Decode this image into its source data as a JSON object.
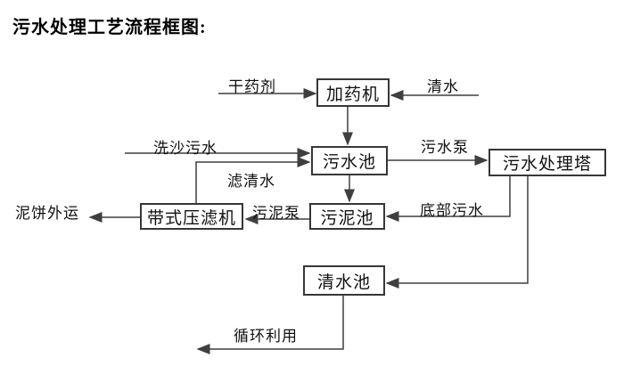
{
  "page": {
    "title": "污水处理工艺流程框图:"
  },
  "colors": {
    "background": "#ffffff",
    "line": "#3f3f3f",
    "box_border": "#373737",
    "text": "#111111"
  },
  "diagram": {
    "nodes": {
      "dosing_machine": "加药机",
      "sewage_pool": "污水池",
      "sewage_treatment_tower": "污水处理塔",
      "sludge_pool": "污泥池",
      "belt_filter_press": "带式压滤机",
      "clean_water_pool": "清水池"
    },
    "flow_labels": {
      "dry_chemical": "干药剂",
      "clean_water": "清水",
      "sand_washing_sewage": "洗沙污水",
      "filtered_water": "滤清水",
      "sewage_pump": "污水泵",
      "bottom_sewage": "底部污水",
      "sludge_pump": "污泥泵",
      "mud_cake_outbound": "泥饼外运",
      "recycling": "循环利用"
    },
    "edges": [
      {
        "from": "干药剂",
        "to": "加药机"
      },
      {
        "from": "清水",
        "to": "加药机"
      },
      {
        "from": "加药机",
        "to": "污水池"
      },
      {
        "from": "洗沙污水",
        "to": "污水池"
      },
      {
        "from": "带式压滤机",
        "to": "污水池",
        "label": "滤清水"
      },
      {
        "from": "污水池",
        "to": "污水处理塔",
        "label": "污水泵"
      },
      {
        "from": "污水池",
        "to": "污泥池"
      },
      {
        "from": "污水处理塔",
        "to": "污泥池",
        "label": "底部污水"
      },
      {
        "from": "污泥池",
        "to": "带式压滤机",
        "label": "污泥泵"
      },
      {
        "from": "带式压滤机",
        "to": "泥饼外运"
      },
      {
        "from": "污水处理塔",
        "to": "清水池"
      },
      {
        "from": "清水池",
        "to": "循环利用"
      }
    ]
  }
}
